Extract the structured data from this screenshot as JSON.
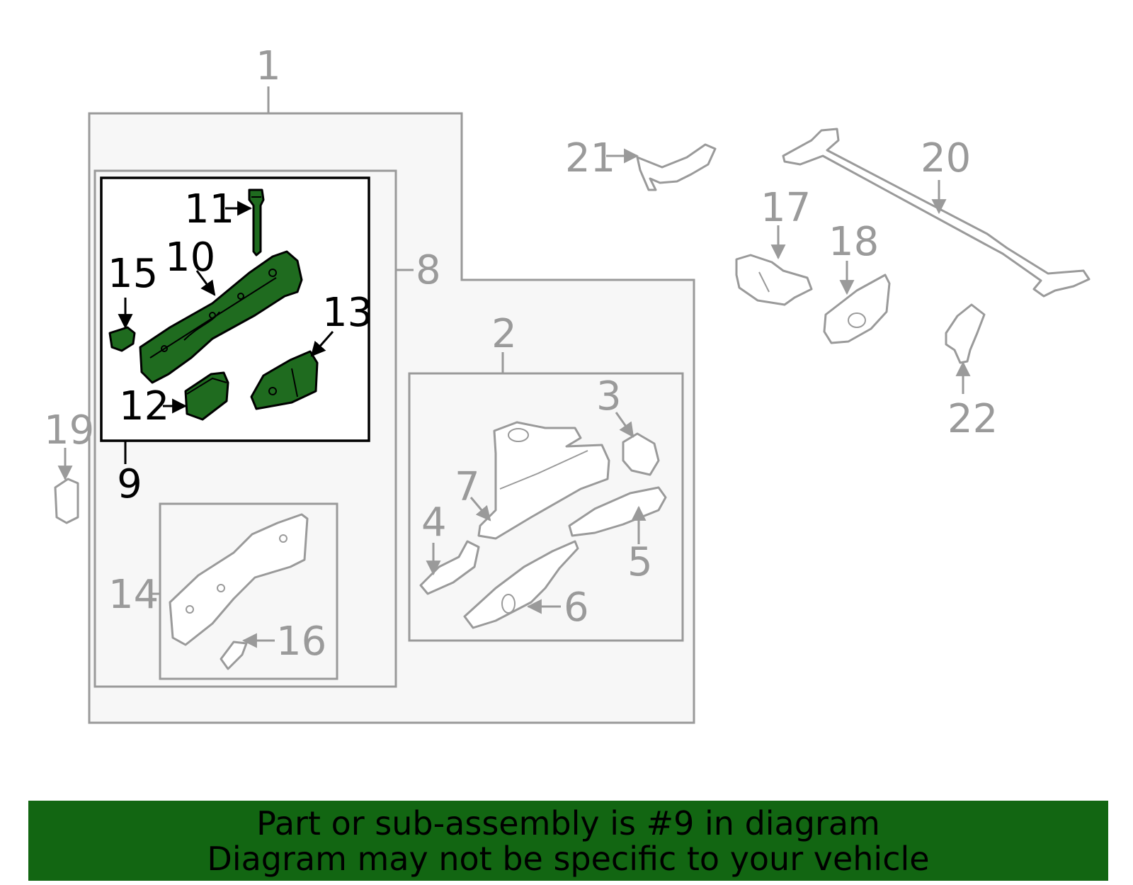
{
  "callouts": {
    "c1": "1",
    "c2": "2",
    "c3": "3",
    "c4": "4",
    "c5": "5",
    "c6": "6",
    "c7": "7",
    "c8": "8",
    "c9": "9",
    "c10": "10",
    "c11": "11",
    "c12": "12",
    "c13": "13",
    "c14": "14",
    "c15": "15",
    "c16": "16",
    "c17": "17",
    "c18": "18",
    "c19": "19",
    "c20": "20",
    "c21": "21",
    "c22": "22"
  },
  "highlight": {
    "part": "9",
    "color": "#1f6b1f"
  },
  "banner": {
    "line1": "Part or sub-assembly is #9 in diagram",
    "line2": "Diagram may not be specific to your vehicle",
    "background": "#126612"
  },
  "colors": {
    "inactive": "#9a9a9a",
    "panel": "#f7f7f7",
    "active_outline": "#000000"
  }
}
